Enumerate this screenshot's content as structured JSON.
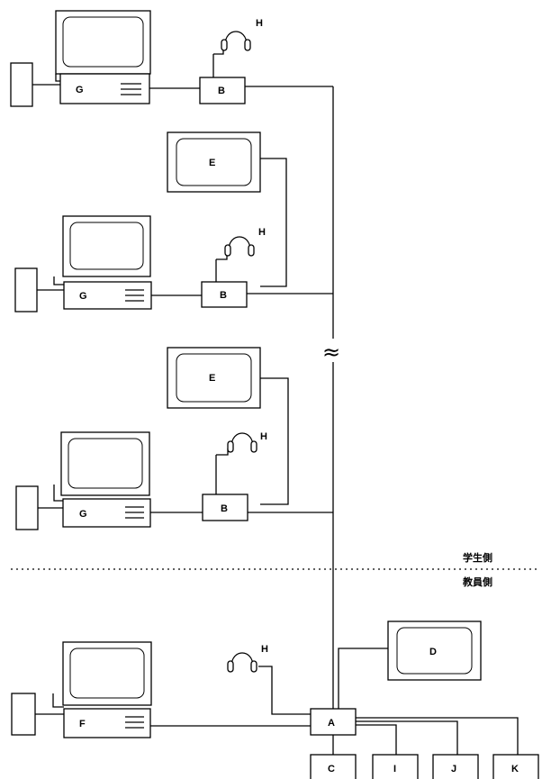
{
  "labels": {
    "A": "A",
    "B": "B",
    "C": "C",
    "D": "D",
    "E": "E",
    "F": "F",
    "G": "G",
    "H": "H",
    "I": "I",
    "J": "J",
    "K": "K"
  },
  "sides": {
    "student": "学生側",
    "teacher": "教員側"
  },
  "break_mark": "≈"
}
